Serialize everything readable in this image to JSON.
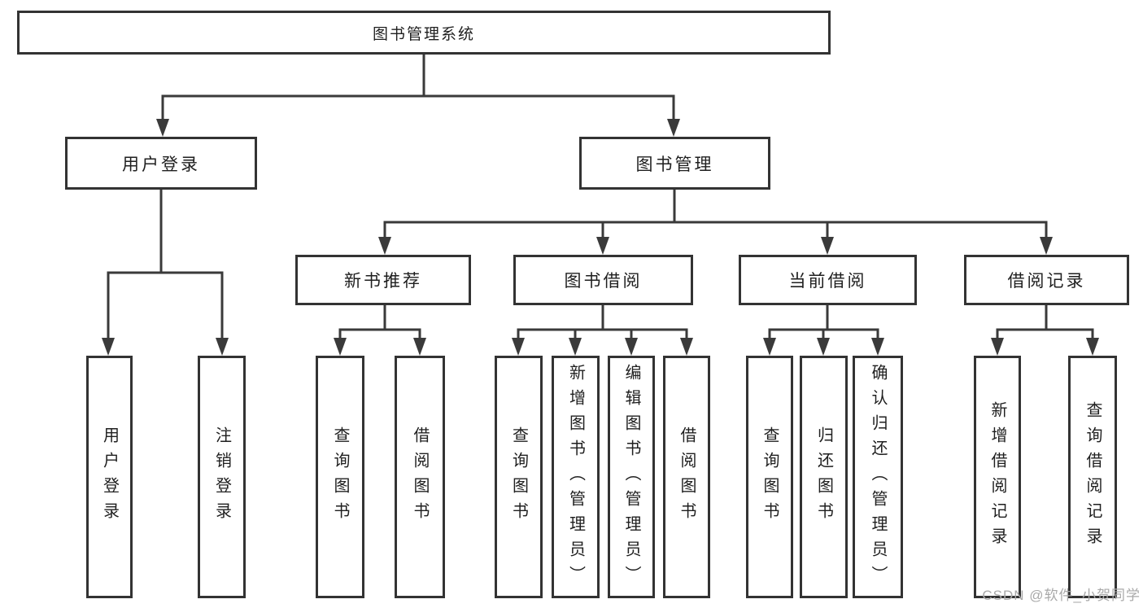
{
  "title": "图书管理系统",
  "tree": {
    "label": "图书管理系统",
    "children": [
      {
        "label": "用户登录",
        "children": [
          {
            "label": "用户登录"
          },
          {
            "label": "注销登录"
          }
        ]
      },
      {
        "label": "图书管理",
        "children": [
          {
            "label": "新书推荐",
            "children": [
              {
                "label": "查询图书"
              },
              {
                "label": "借阅图书"
              }
            ]
          },
          {
            "label": "图书借阅",
            "children": [
              {
                "label": "查询图书"
              },
              {
                "label": "新增图书（管理员）"
              },
              {
                "label": "编辑图书（管理员）"
              },
              {
                "label": "借阅图书"
              }
            ]
          },
          {
            "label": "当前借阅",
            "children": [
              {
                "label": "查询图书"
              },
              {
                "label": "归还图书"
              },
              {
                "label": "确认归还（管理员）"
              }
            ]
          },
          {
            "label": "借阅记录",
            "children": [
              {
                "label": "新增借阅记录"
              },
              {
                "label": "查询借阅记录"
              }
            ]
          }
        ]
      }
    ]
  },
  "watermark": "CSDN @软件_小贺同学",
  "colors": {
    "background": "#ffffff",
    "box_border": "#333333",
    "connector_line": "#3a3a3a",
    "text": "#1f1f1f",
    "watermark_text": "#a9a9a9"
  }
}
